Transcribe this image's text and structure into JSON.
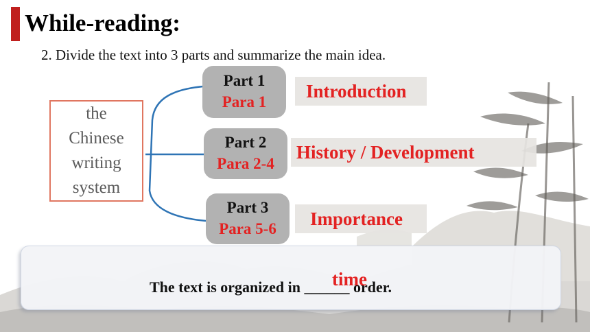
{
  "title": "While-reading:",
  "instruction": "2. Divide the text into 3 parts and summarize the main idea.",
  "topic": {
    "lines": [
      "the",
      "Chinese",
      "writing",
      "system"
    ]
  },
  "parts": [
    {
      "label": "Part 1",
      "paras": "Para 1",
      "summary": "Introduction"
    },
    {
      "label": "Part 2",
      "paras": "Para 2-4",
      "summary": "History / Development"
    },
    {
      "label": "Part 3",
      "paras": "Para 5-6",
      "summary": "Importance"
    }
  ],
  "conclusion": {
    "before": "The text is organized in",
    "blank": "______",
    "after": "order.",
    "answer": "time"
  },
  "colors": {
    "accent_red": "#c0201e",
    "answer_red": "#e32222",
    "bracket_blue": "#2e74b5",
    "part_gray": "#b2b2b2",
    "topic_border": "#e07660"
  }
}
